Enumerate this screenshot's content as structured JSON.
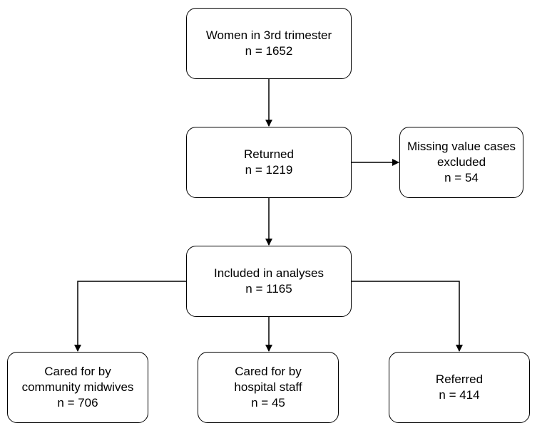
{
  "nodes": {
    "women": {
      "label": "Women in 3rd trimester",
      "count": "n = 1652"
    },
    "returned": {
      "label": "Returned",
      "count": "n = 1219"
    },
    "missing": {
      "label_line1": "Missing value cases",
      "label_line2": "excluded",
      "count": "n = 54"
    },
    "included": {
      "label": "Included in analyses",
      "count": "n = 1165"
    },
    "community": {
      "label_line1": "Cared for by",
      "label_line2": "community midwives",
      "count": "n = 706"
    },
    "hospital": {
      "label_line1": "Cared for by",
      "label_line2": "hospital staff",
      "count": "n = 45"
    },
    "referred": {
      "label": "Referred",
      "count": "n = 414"
    }
  }
}
